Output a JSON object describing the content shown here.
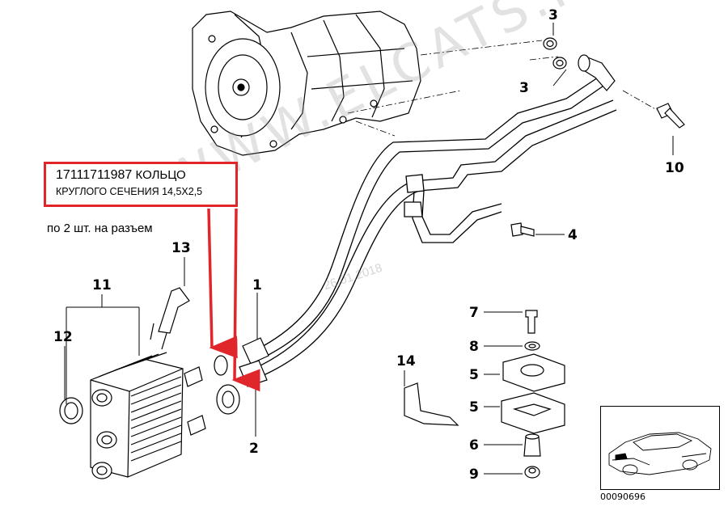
{
  "note": {
    "part_number": "17111711987",
    "name_line1": "КОЛЬЦО",
    "name_line2": "КРУГЛОГО СЕЧЕНИЯ 14,5X2,5"
  },
  "quantity_note": "по 2 шт. на разъем",
  "watermark": {
    "text": "WWW.ELCATS.RU",
    "date": "26.01.2018"
  },
  "diagram_code": "00090696",
  "callouts": {
    "c1": "1",
    "c2": "2",
    "c3a": "3",
    "c3b": "3",
    "c4": "4",
    "c5a": "5",
    "c5b": "5",
    "c6": "6",
    "c7": "7",
    "c8": "8",
    "c9": "9",
    "c10": "10",
    "c11": "11",
    "c12": "12",
    "c13": "13",
    "c14": "14"
  },
  "colors": {
    "highlight": "#e0262b",
    "line": "#000000"
  }
}
